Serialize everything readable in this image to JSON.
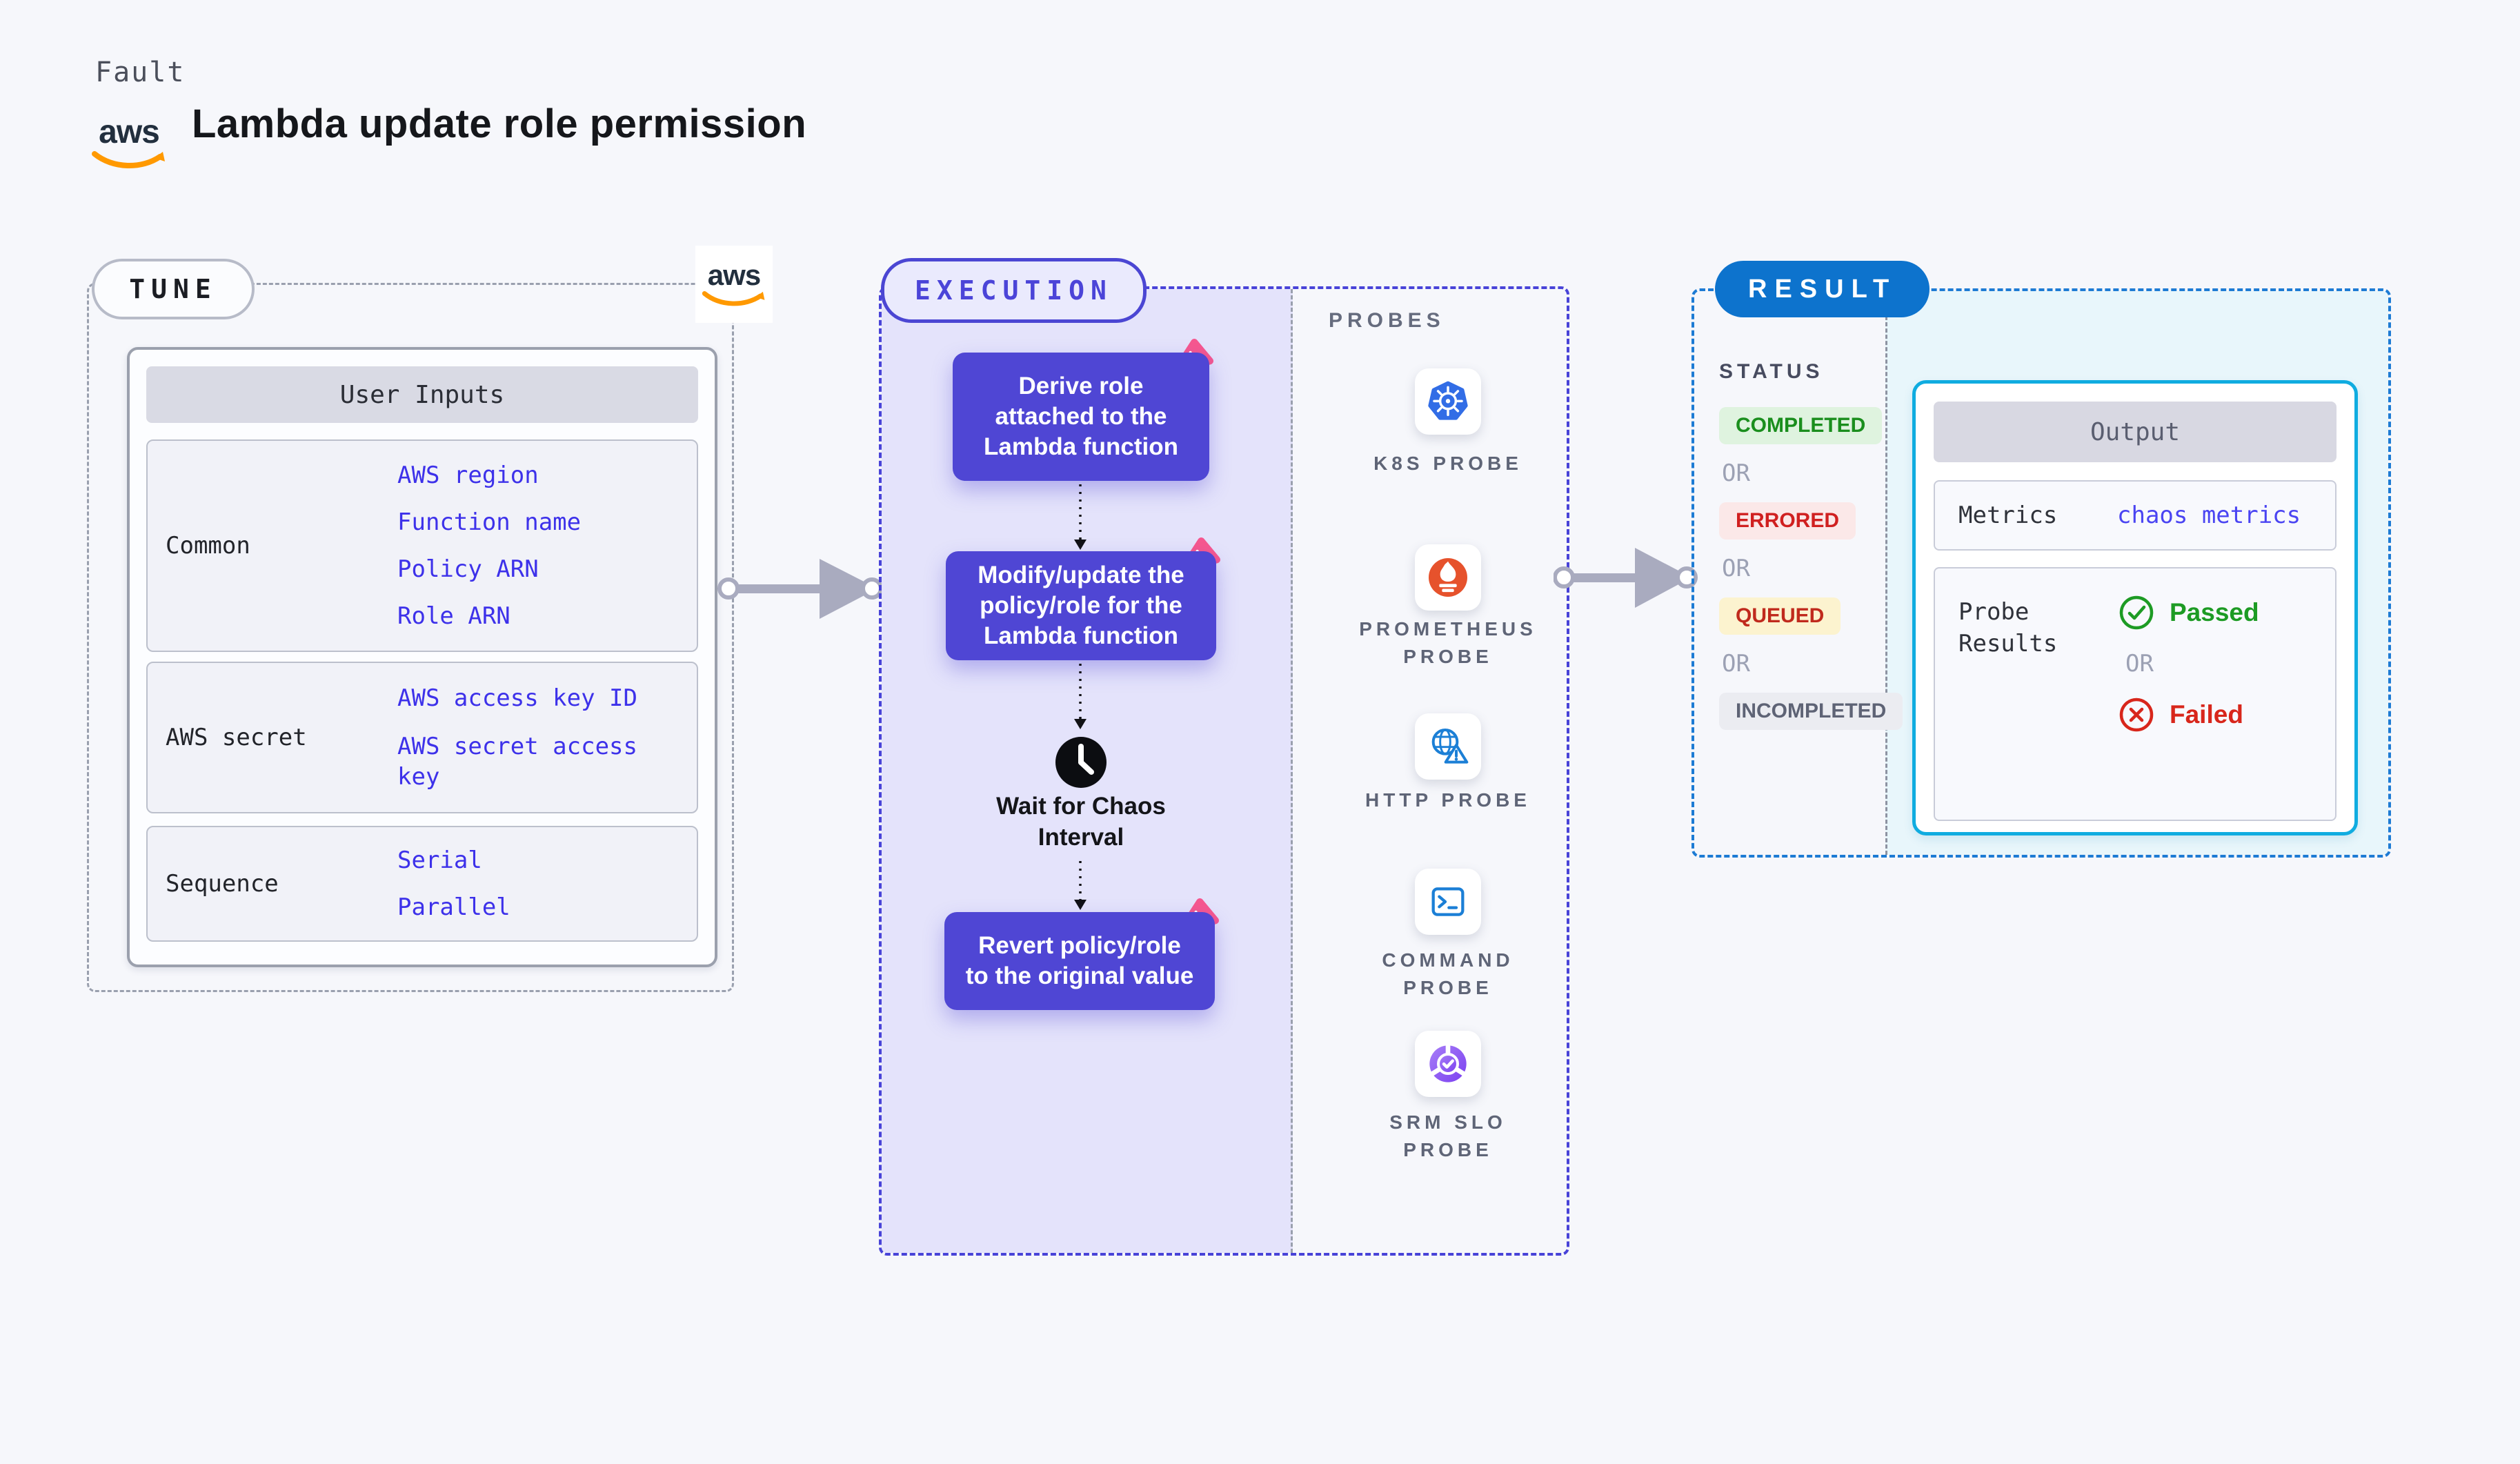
{
  "header": {
    "kicker": "Fault",
    "title": "Lambda update role permission",
    "aws_logo_text": "aws"
  },
  "tune": {
    "badge": "TUNE",
    "aws_logo_text": "aws",
    "table": {
      "header": "User Inputs",
      "rows": [
        {
          "label": "Common",
          "values": [
            "AWS region",
            "Function name",
            "Policy ARN",
            "Role ARN"
          ]
        },
        {
          "label": "AWS secret",
          "values": [
            "AWS access key ID",
            "AWS secret access key"
          ]
        },
        {
          "label": "Sequence",
          "values": [
            "Serial",
            "Parallel"
          ]
        }
      ]
    }
  },
  "execution": {
    "badge": "EXECUTION",
    "steps": [
      "Derive role attached to the Lambda function",
      "Modify/update the policy/role for the Lambda function",
      "Revert policy/role to the original value"
    ],
    "wait_label": "Wait for Chaos Interval"
  },
  "probes": {
    "label": "PROBES",
    "items": [
      {
        "icon": "k8s-icon",
        "label": "K8S PROBE"
      },
      {
        "icon": "prometheus-icon",
        "label": "PROMETHEUS PROBE"
      },
      {
        "icon": "http-icon",
        "label": "HTTP PROBE"
      },
      {
        "icon": "command-icon",
        "label": "COMMAND PROBE"
      },
      {
        "icon": "srm-slo-icon",
        "label": "SRM SLO PROBE"
      }
    ]
  },
  "result": {
    "badge": "RESULT",
    "status_label": "STATUS",
    "or_label": "OR",
    "statuses": [
      {
        "label": "COMPLETED",
        "fg": "#1a8e1d",
        "bg": "#dff3df"
      },
      {
        "label": "ERRORED",
        "fg": "#d02020",
        "bg": "#fbe8e8"
      },
      {
        "label": "QUEUED",
        "fg": "#c02a1d",
        "bg": "#fcf3cf"
      },
      {
        "label": "INCOMPLETED",
        "fg": "#5e6375",
        "bg": "#ebecf1"
      }
    ],
    "output": {
      "header": "Output",
      "metrics_label": "Metrics",
      "metrics_value": "chaos metrics",
      "probe_results_label": "Probe Results",
      "passed_label": "Passed",
      "failed_label": "Failed"
    }
  },
  "colors": {
    "page_bg": "#f6f7fb",
    "tune_dash": "#9aa0ae",
    "execution_dash": "#4843d8",
    "execution_fill": "#e4e3fb",
    "step_purple": "#4f46d4",
    "chaos_pink": "#f6578f",
    "result_dash": "#1d7bd4",
    "result_fill": "#e8f6fb",
    "result_pill_blue": "#0d73cd",
    "output_border_cyan": "#10ace0",
    "link_blue": "#3d31ea",
    "aws_orange": "#ff9900",
    "passed_green": "#1d9b24",
    "failed_red": "#d8261b"
  }
}
